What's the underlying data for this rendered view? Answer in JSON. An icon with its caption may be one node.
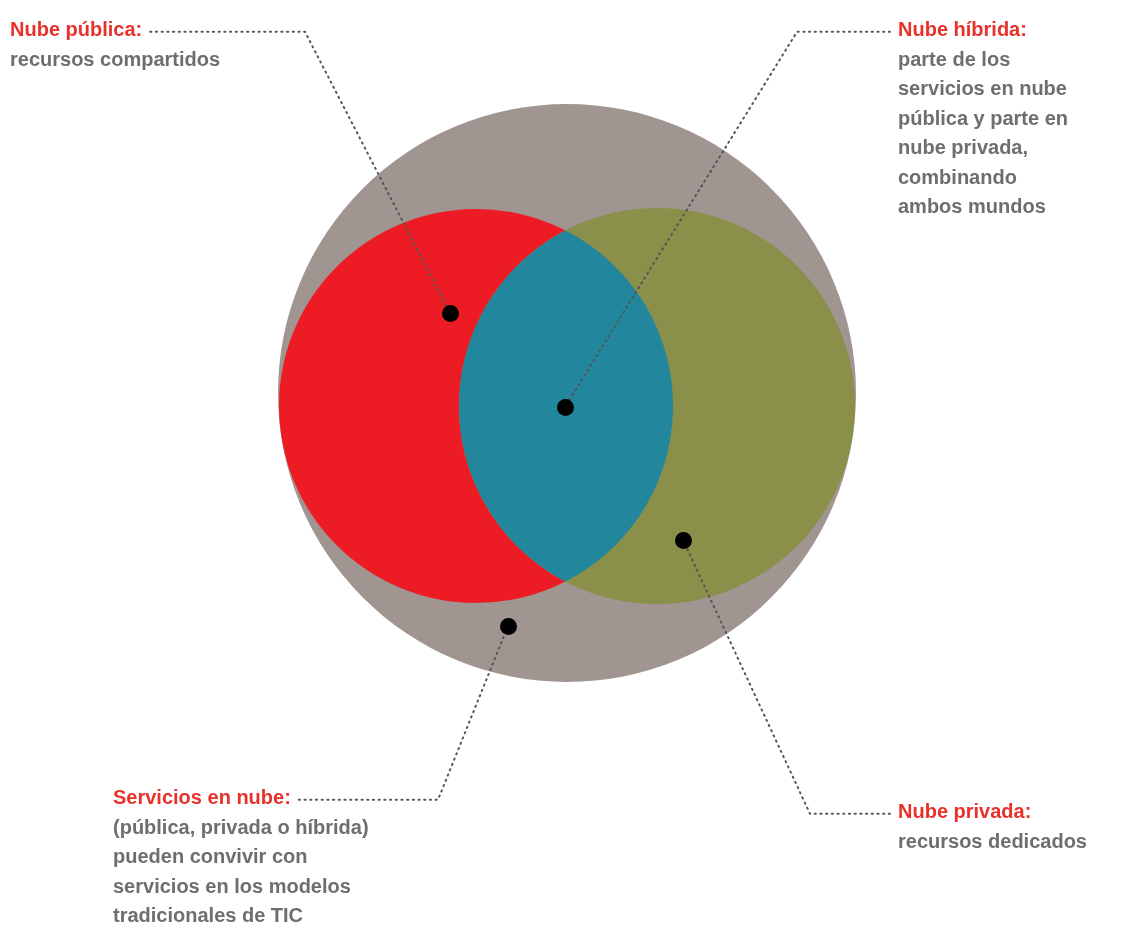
{
  "diagram": {
    "nodes": [
      {
        "text": [
          "Nube pública:",
          "recursos compartidos"
        ]
      },
      {
        "text": [
          "Nube híbrida:",
          "parte de los servicios en nube pública y parte en nube privada, combinando ambos mundos"
        ]
      },
      {
        "text": [
          "Servicios en nube:",
          "(pública, privada o híbrida) pueden convivir con servicios en los modelos tradicionales de TIC"
        ]
      },
      {
        "text": [
          "Nube privada:",
          "recursos dedicados"
        ]
      },
      {
        "text": [],
        "shape": "circle"
      },
      {
        "text": [],
        "shape": "circle"
      },
      {
        "text": [],
        "shape": "circle"
      },
      {
        "text": [],
        "shape": "circle"
      }
    ],
    "edges": [
      {
        "from": 0,
        "to": 4,
        "arrow": "none",
        "style": "dashed"
      },
      {
        "from": 1,
        "to": 5,
        "arrow": "none",
        "style": "dashed"
      },
      {
        "from": 2,
        "to": 6,
        "arrow": "none",
        "style": "dashed"
      },
      {
        "from": 3,
        "to": 7,
        "arrow": "none",
        "style": "dashed"
      }
    ]
  }
}
